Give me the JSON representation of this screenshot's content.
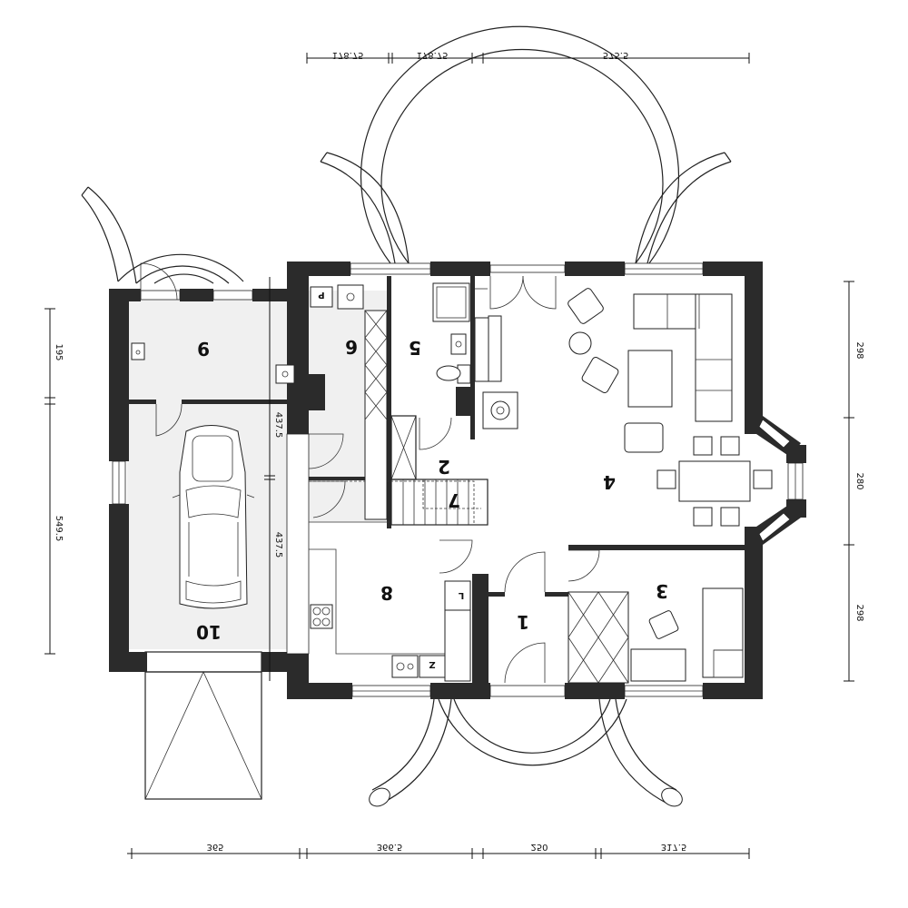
{
  "rooms": {
    "r1": "1",
    "r2": "2",
    "r3": "3",
    "r4": "4",
    "r5": "5",
    "r6": "6",
    "r7": "7",
    "r8": "8",
    "r9": "9",
    "r10": "10"
  },
  "dimensions": {
    "top_1": "178.75",
    "top_2": "178.75",
    "top_3": "575.5",
    "bottom_1": "365",
    "bottom_2": "366.5",
    "bottom_3": "250",
    "bottom_4": "317.5",
    "right_1": "298",
    "right_2": "280",
    "right_3": "298",
    "left_1": "195",
    "left_2": "549.5",
    "inner_1": "437.5",
    "inner_2": "437.5"
  },
  "tags": {
    "sink_tag": "P",
    "fridge_tag": "Z",
    "l_tag": "L"
  }
}
